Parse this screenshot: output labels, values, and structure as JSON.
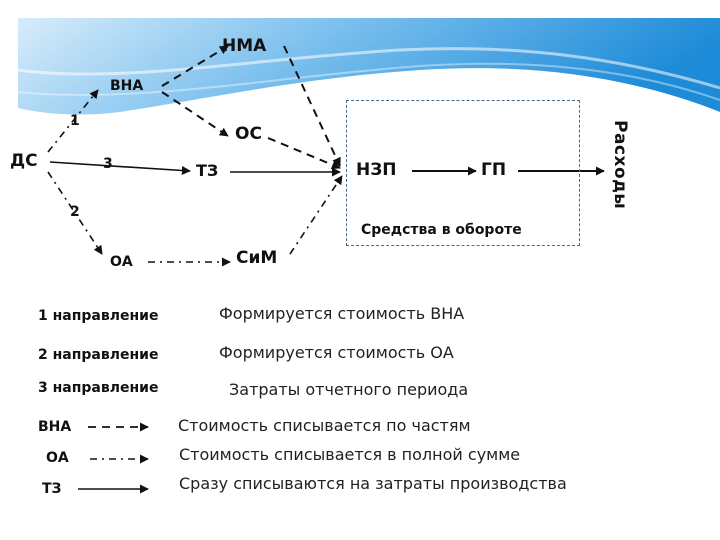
{
  "nodes": {
    "ds": "ДС",
    "vna": "ВНА",
    "nma": "НМА",
    "os": "ОС",
    "tz": "ТЗ",
    "oa": "ОА",
    "sim": "СиМ",
    "nzp": "НЗП",
    "gp": "ГП",
    "expenses": "Расходы"
  },
  "edge_numbers": {
    "one": "1",
    "two": "2",
    "three": "3"
  },
  "working_capital_label": "Средства в обороте",
  "directions": [
    {
      "label": "1 направление",
      "text": "Формируется стоимость ВНА"
    },
    {
      "label": "2 направление",
      "text": "Формируется стоимость ОА"
    },
    {
      "label": "3 направление",
      "text": "Затраты отчетного периода"
    }
  ],
  "legend": [
    {
      "label": "ВНА",
      "line_style": "dashed",
      "text": "Стоимость списывается по частям"
    },
    {
      "label": "ОА",
      "line_style": "dash-dot",
      "text": "Стоимость списывается в полной сумме"
    },
    {
      "label": "ТЗ",
      "line_style": "solid",
      "text": "Сразу списываются на затраты производства"
    }
  ],
  "colors": {
    "banner_light": "#cfe8f8",
    "banner_mid": "#5fb2e8",
    "banner_dark": "#1e8bd8",
    "box_border": "#4a6a88",
    "lines": "#111111"
  }
}
